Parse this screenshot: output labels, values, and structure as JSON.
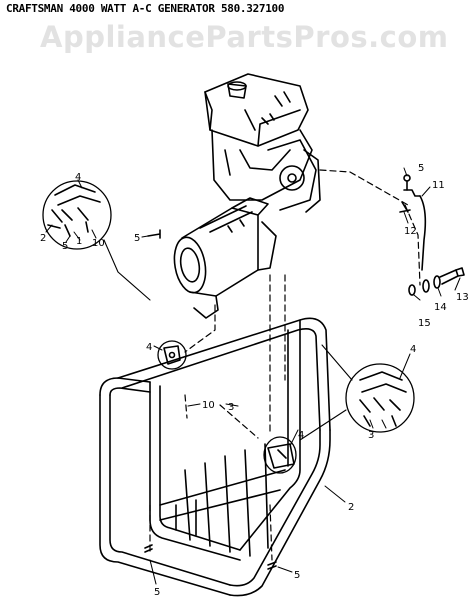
{
  "header": {
    "title": "CRAFTSMAN 4000 WATT A-C GENERATOR 580.327100",
    "watermark": "AppliancePartsPros.com"
  },
  "callouts": {
    "c2_inset_left": "2",
    "c5_inset_left": "5",
    "c1_inset_left": "1",
    "c10_inset_left": "10",
    "c4_inset_left": "4",
    "c5_bolt_left": "5",
    "c4_bracket_left": "4",
    "c10_mid": "10",
    "c3_mid": "3",
    "c5_top_right": "5",
    "c11": "11",
    "c12": "12",
    "c13": "13",
    "c14": "14",
    "c15": "15",
    "c4_inset_right": "4",
    "c3_inset_right": "3",
    "c4_right_bracket": "4",
    "c2_frame": "2",
    "c5_bottom_left": "5",
    "c5_bottom_right": "5"
  }
}
